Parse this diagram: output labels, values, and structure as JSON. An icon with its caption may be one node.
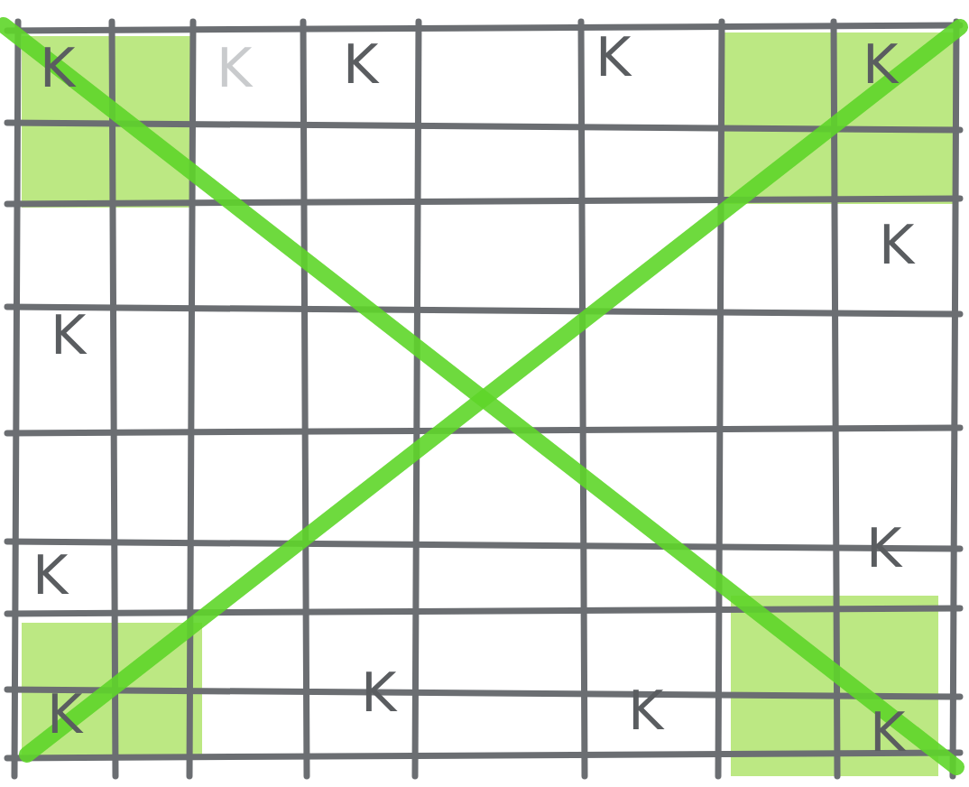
{
  "diagram": {
    "labels": [
      "K",
      "K",
      "K",
      "K",
      "K",
      "K",
      "K",
      "K",
      "K",
      "K",
      "K",
      "K",
      "K"
    ]
  }
}
